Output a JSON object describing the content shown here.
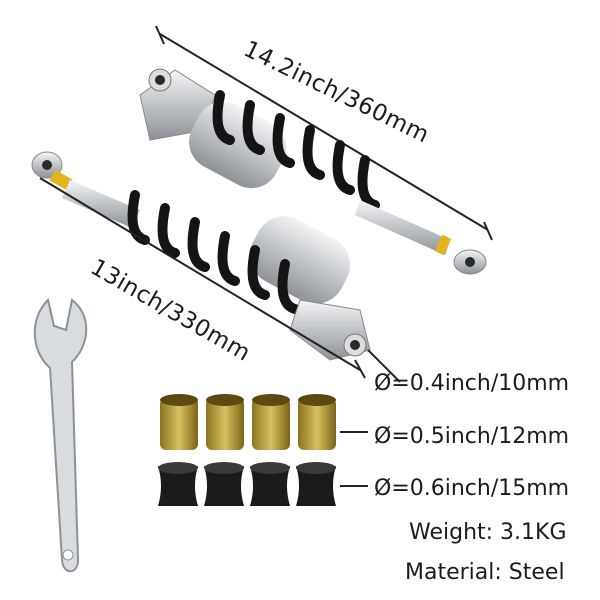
{
  "labels": {
    "length_long": "14.2inch/360mm",
    "length_short": "13inch/330mm",
    "diameter_small": "Ø=0.4inch/10mm",
    "diameter_medium": "Ø=0.5inch/12mm",
    "diameter_large": "Ø=0.6inch/15mm",
    "weight": "Weight: 3.1KG",
    "material": "Material: Steel"
  },
  "colors": {
    "spring": "#141414",
    "chrome": "#c8cbcf",
    "brass": "#b8a038",
    "rubber": "#1b1b1b",
    "accent_ring": "#e3b41c"
  },
  "icons": [
    "shock-absorber",
    "bushing",
    "spanner-wrench"
  ]
}
